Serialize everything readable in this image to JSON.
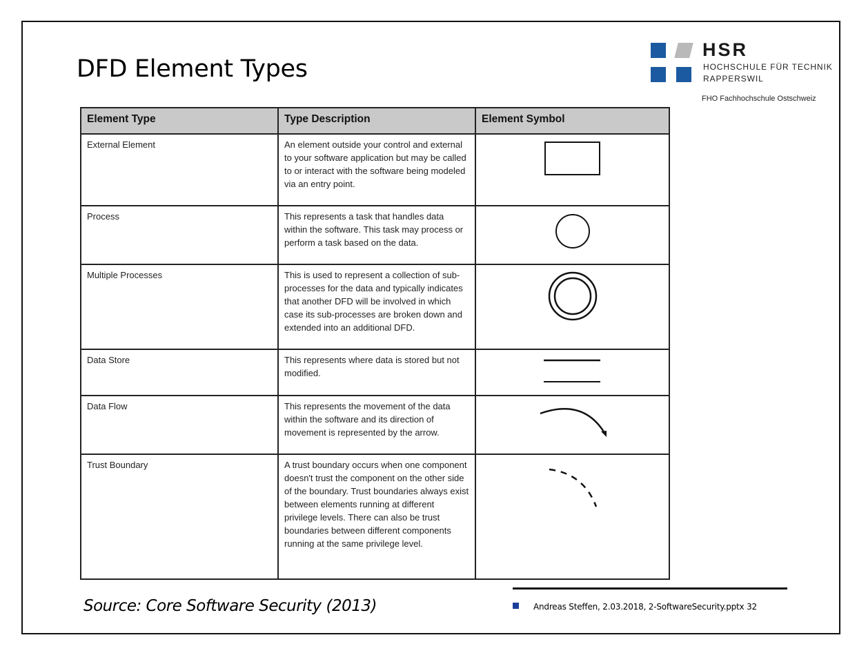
{
  "slide": {
    "title": "DFD Element Types",
    "source": "Source:  Core Software Security (2013)",
    "footer": "Andreas Steffen, 2.03.2018, 2-SoftwareSecurity.pptx 32"
  },
  "logo": {
    "name": "HSR",
    "line1": "HOCHSCHULE FÜR TECHNIK",
    "line2": "RAPPERSWIL",
    "line3": "FHO Fachhochschule Ostschweiz",
    "colors": {
      "blue": "#1b5aa1",
      "gray": "#b9b9b9"
    }
  },
  "table": {
    "headers": [
      "Element Type",
      "Type Description",
      "Element Symbol"
    ],
    "rows": [
      {
        "type": "External Element",
        "description": "An element outside your control and external to your software application but may be called to or interact with the software being modeled via an entry point.",
        "symbol": "rectangle-icon"
      },
      {
        "type": "Process",
        "description": "This represents a task that handles data within the software. This task may process or perform a task based on the data.",
        "symbol": "circle-icon"
      },
      {
        "type": "Multiple Processes",
        "description": "This is used to represent a collection of sub-processes for the data and typically indicates that another DFD will be involved in which case its sub-processes are broken down and extended into an additional DFD.",
        "symbol": "double-circle-icon"
      },
      {
        "type": "Data Store",
        "description": "This represents where data is stored but not modified.",
        "symbol": "parallel-lines-icon"
      },
      {
        "type": "Data Flow",
        "description": "This represents the movement of the data within the software and its direction of movement is represented by the arrow.",
        "symbol": "curved-arrow-icon"
      },
      {
        "type": "Trust Boundary",
        "description": "A trust boundary occurs when one component doesn't trust the component on the other side of the boundary. Trust boundaries always exist between elements running at different privilege levels. There can also be trust boundaries between different components running at the same privilege level.",
        "symbol": "dashed-arc-icon"
      }
    ]
  }
}
